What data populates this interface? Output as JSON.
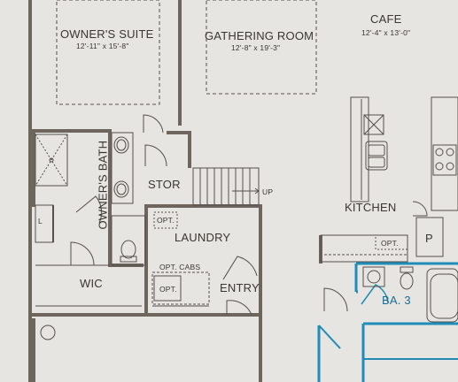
{
  "rooms": {
    "owners_suite": {
      "name": "OWNER'S SUITE",
      "dims": "12'-11\" x 15'-8\""
    },
    "gathering_room": {
      "name": "GATHERING ROOM",
      "dims": "12'-8\" x 19'-3\""
    },
    "cafe": {
      "name": "CAFE",
      "dims": "12'-4\" x 13'-0\""
    },
    "owners_bath": {
      "name": "OWNER'S BATH"
    },
    "stor": {
      "name": "STOR"
    },
    "kitchen": {
      "name": "KITCHEN"
    },
    "laundry": {
      "name": "LAUNDRY"
    },
    "wic": {
      "name": "WIC"
    },
    "entry": {
      "name": "ENTRY"
    },
    "bath3": {
      "name": "BA. 3"
    }
  },
  "annotations": {
    "up": "UP",
    "linen": "L",
    "pantry": "P",
    "opt_top": "OPT.",
    "opt_cabs": "OPT. CABS",
    "opt_laundry": "OPT.",
    "opt_kitchen": "OPT."
  },
  "colors": {
    "background": "#e6e5e1",
    "wall": "#6e655d",
    "line": "#55504a",
    "highlight": "#1f8db8",
    "text": "#3a3631"
  }
}
